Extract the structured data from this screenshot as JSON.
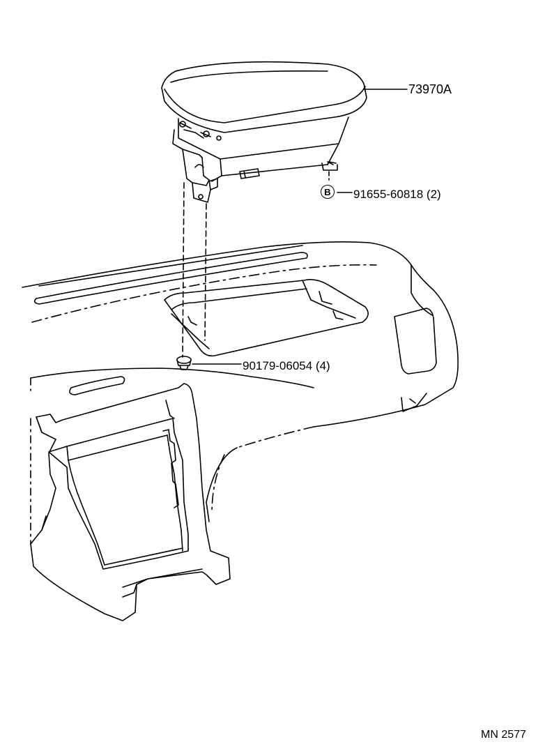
{
  "labels": {
    "armrest_part": "73970A",
    "bolt_part": "91655-60818 (2)",
    "bolt_marker": "B",
    "clip_part": "90179-06054 (4)",
    "diagram_code": "MN 2577"
  },
  "colors": {
    "line": "#000000",
    "background": "#ffffff"
  }
}
